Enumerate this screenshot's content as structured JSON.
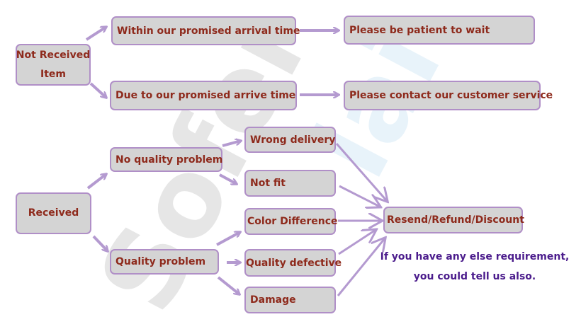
{
  "watermark": {
    "text": "Sofeilai"
  },
  "nodes": {
    "not_received": "Not Received\nItem",
    "not_received_l1": "Not Received",
    "not_received_l2": "Item",
    "within": "Within our promised arrival time",
    "due": "Due to our promised arrive time",
    "patient": "Please be patient to wait",
    "contact": "Please contact our customer service",
    "received": "Received",
    "no_quality": "No quality problem",
    "quality": "Quality problem",
    "wrong": "Wrong delivery",
    "not_fit": "Not fit",
    "color": "Color Difference",
    "defective": "Quality defective",
    "damage": "Damage",
    "resend": "Resend/Refund/Discount"
  },
  "note": {
    "line1": "If you have any else requirement,",
    "line2": "you could tell us also."
  },
  "colors": {
    "box_fill": "#d4d4d4",
    "box_border": "#b08fc7",
    "text": "#8e2a1c",
    "note": "#4b1c8c",
    "arrow": "#b49ad0"
  }
}
